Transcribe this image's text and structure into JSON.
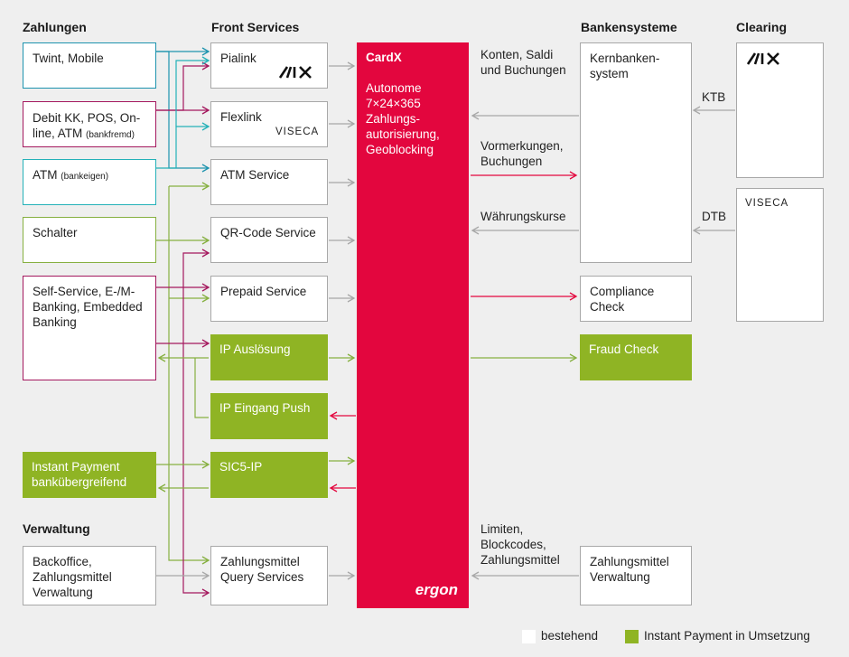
{
  "headers": {
    "zahlungen": "Zahlungen",
    "front_services": "Front Services",
    "bankensysteme": "Bankensysteme",
    "clearing": "Clearing",
    "verwaltung": "Verwaltung"
  },
  "zahlungen": {
    "twint": "Twint, Mobile",
    "debit_line1": "Debit KK, POS, On-",
    "debit_line2": "line, ATM",
    "debit_small": "(bankfremd)",
    "atm": "ATM",
    "atm_small": "(bankeigen)",
    "schalter": "Schalter",
    "self_service": "Self-Service, E-/M-Banking, Embedded Banking",
    "instant_payment": "Instant Payment banküber­greifend"
  },
  "front": {
    "pialink": "Pialink",
    "flexlink": "Flexlink",
    "atm_service": "ATM Service",
    "qr_code": "QR-Code Service",
    "prepaid": "Prepaid Service",
    "ip_ausloesung": "IP Auslösung",
    "ip_eingang": "IP Eingang Push",
    "sic5": "SIC5-IP",
    "query": "Zahlungsmittel Query Services"
  },
  "logos": {
    "six": "SIX",
    "viseca": "VISECA"
  },
  "cardx": {
    "title": "CardX",
    "description": "Autonome 7×24×365 Zahlungs­autorisierung, Geoblocking",
    "brand": "ergon"
  },
  "bank": {
    "kernbanken": "Kernbanken­system",
    "compliance": "Compliance Check",
    "fraud": "Fraud Check",
    "zm_verwaltung": "Zahlungsmittel Verwaltung"
  },
  "flows": {
    "konten": "Konten, Saldi und Buchungen",
    "vormerkungen": "Vormerkungen, Buchungen",
    "waehrung": "Währungskurse",
    "limiten": "Limiten, Blockcodes, Zahlungsmittel",
    "ktb": "KTB",
    "dtb": "DTB"
  },
  "verwaltung": {
    "backoffice": "Backoffice, Zahlungsmittel Verwaltung"
  },
  "legend": {
    "bestehend": "bestehend",
    "instant": "Instant Payment in Umsetzung"
  },
  "colors": {
    "cardx": "#e3063e",
    "green_fill": "#8fb424",
    "blue": "#1d93ae",
    "magenta": "#a4185e",
    "teal": "#24b1b8",
    "green": "#86b040",
    "grey": "#a8a8a8"
  }
}
